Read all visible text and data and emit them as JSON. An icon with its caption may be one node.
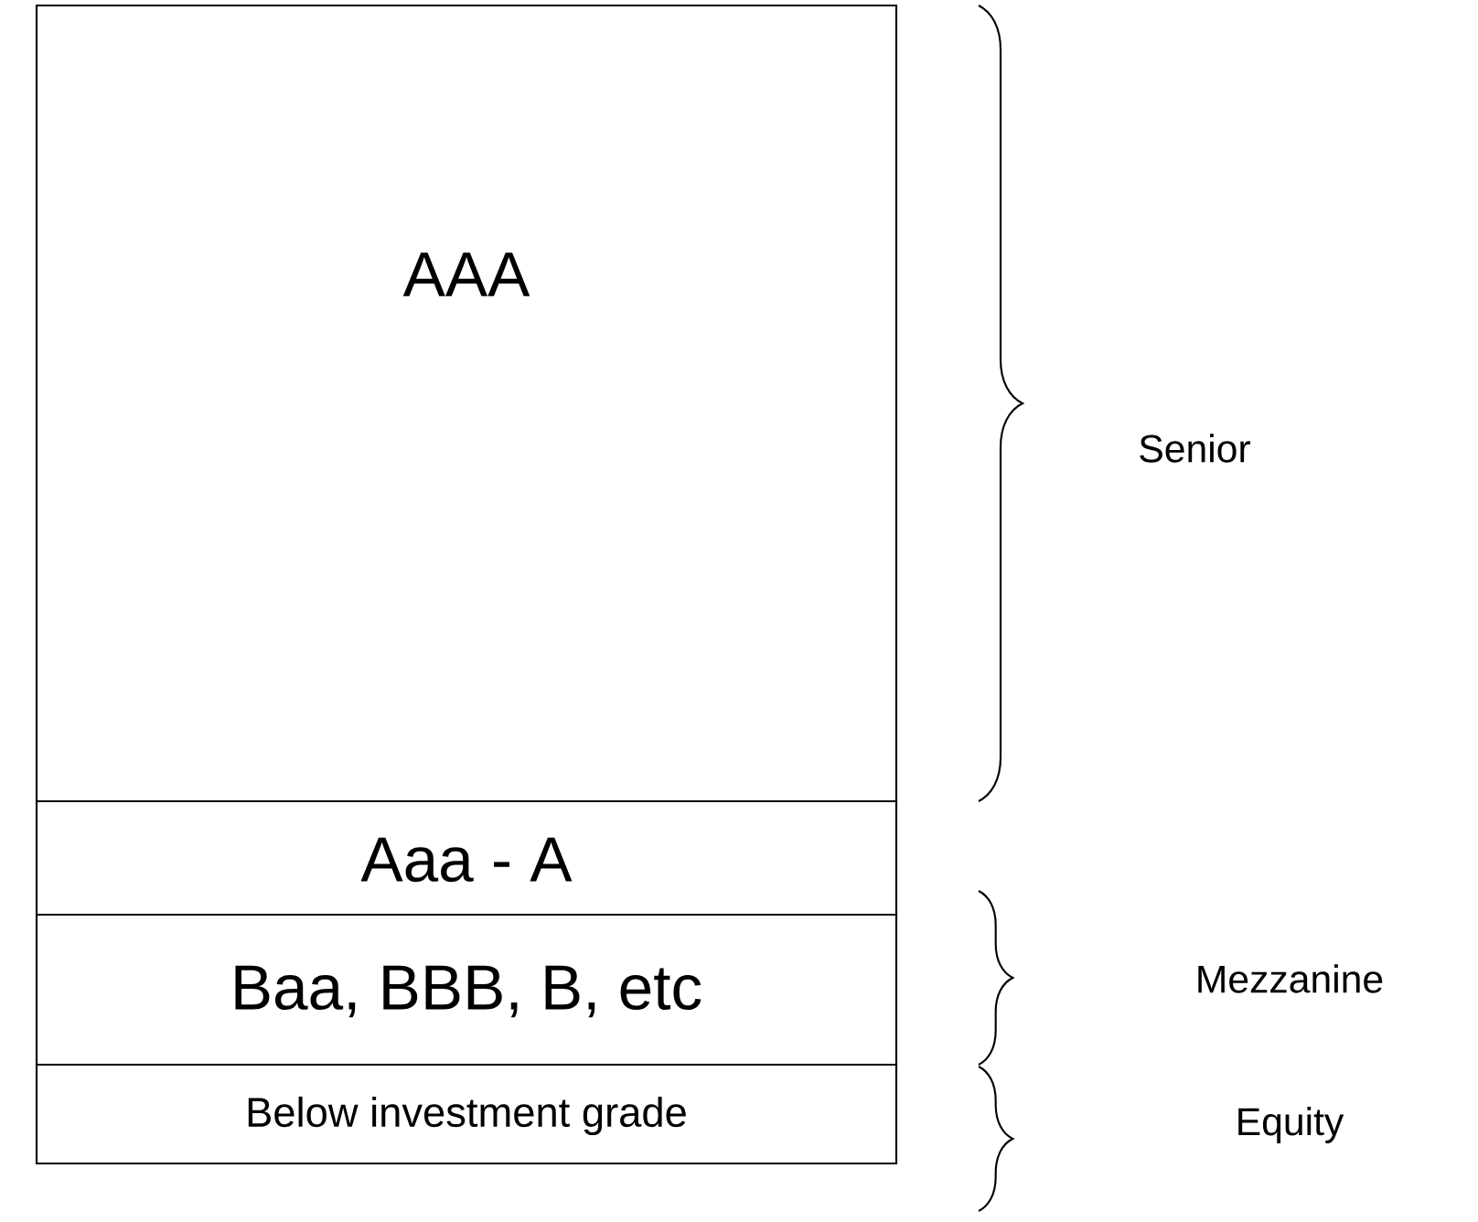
{
  "diagram": {
    "nodes": [
      {
        "text": [
          "AAA"
        ]
      },
      {
        "text": [
          "Aaa - A"
        ]
      },
      {
        "text": [
          "Baa, BBB, B, etc"
        ]
      },
      {
        "text": [
          "Below investment grade"
        ]
      }
    ],
    "labels": [
      "Senior",
      "Mezzanine",
      "Equity"
    ]
  }
}
